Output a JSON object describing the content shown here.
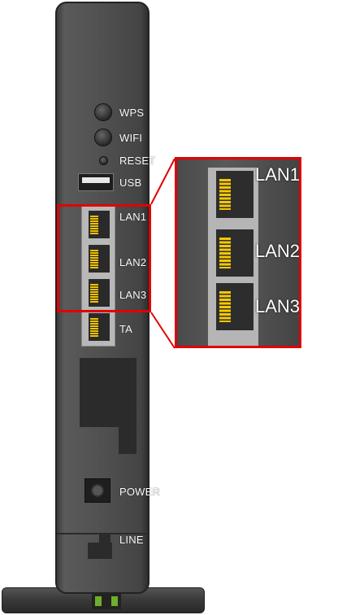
{
  "device": {
    "labels": {
      "wps": "WPS",
      "wifi": "WIFI",
      "reset": "RESET",
      "usb": "USB",
      "lan1": "LAN1",
      "lan2": "LAN2",
      "lan3": "LAN3",
      "ta": "TA",
      "power": "POWER",
      "line": "LINE"
    }
  },
  "zoom": {
    "labels": {
      "lan1": "LAN1",
      "lan2": "LAN2",
      "lan3": "LAN3"
    }
  },
  "colors": {
    "highlight": "#e20000",
    "pins": "#f2c200"
  }
}
